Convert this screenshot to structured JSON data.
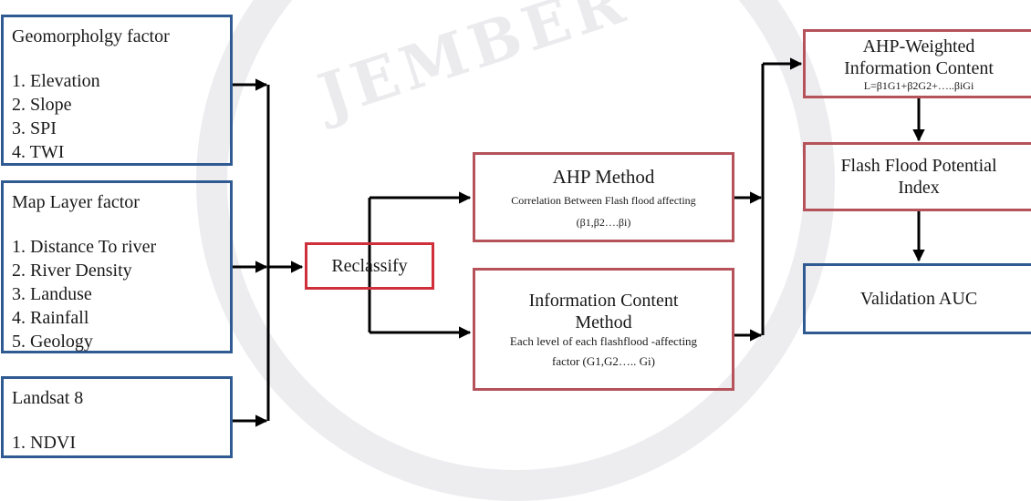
{
  "watermark": "JEMBER",
  "factors": [
    {
      "title": "Geomorpholgy factor",
      "items": [
        "1. Elevation",
        "2. Slope",
        "3. SPI",
        "4. TWI"
      ]
    },
    {
      "title": "Map Layer factor",
      "items": [
        "1. Distance To river",
        "2. River Density",
        "3. Landuse",
        "4. Rainfall",
        "5. Geology"
      ]
    },
    {
      "title": "Landsat 8",
      "items": [
        "1. NDVI"
      ]
    }
  ],
  "reclassify": "Reclassify",
  "ahp": {
    "title": "AHP Method",
    "line1": "Correlation  Between Flash flood affecting",
    "line2": "(β1,β2….βi)"
  },
  "info": {
    "title1": "Information Content",
    "title2": "Method",
    "line1": "Each level of each flashflood -affecting",
    "line2": "factor (G1,G2….. Gi)"
  },
  "weighted": {
    "title1": "AHP-Weighted",
    "title2": "Information Content",
    "formula": "L=β1G1+β2G2+…..βiGi"
  },
  "ffpi": {
    "line1": "Flash Flood Potential",
    "line2": "Index"
  },
  "validation": "Validation AUC"
}
